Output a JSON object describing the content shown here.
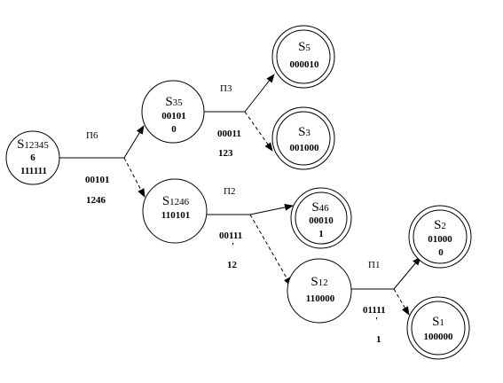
{
  "nodes": {
    "s123456": {
      "name_main": "S",
      "name_sub": "12345",
      "code_lines": [
        "6",
        "111111"
      ]
    },
    "s35": {
      "name_main": "S",
      "name_sub": "35",
      "code_lines": [
        "00101",
        "0"
      ]
    },
    "s1246": {
      "name_main": "S",
      "name_sub": "1246",
      "code_lines": [
        "110101"
      ]
    },
    "s5": {
      "name_main": "S",
      "name_sub": "5",
      "code_lines": [
        "000010"
      ]
    },
    "s3": {
      "name_main": "S",
      "name_sub": "3",
      "code_lines": [
        "001000"
      ]
    },
    "s46": {
      "name_main": "S",
      "name_sub": "46",
      "code_lines": [
        "00010",
        "1"
      ]
    },
    "s12": {
      "name_main": "S",
      "name_sub": "12",
      "code_lines": [
        "110000"
      ]
    },
    "s2": {
      "name_main": "S",
      "name_sub": "2",
      "code_lines": [
        "01000",
        "0"
      ]
    },
    "s1": {
      "name_main": "S",
      "name_sub": "1",
      "code_lines": [
        "100000"
      ]
    }
  },
  "splits": {
    "root": {
      "pi": "Π6",
      "code_lines": [
        "00101"
      ],
      "set": "1246"
    },
    "s35": {
      "pi": "Π3",
      "code_lines": [
        "00011"
      ],
      "set": "123"
    },
    "s1246": {
      "pi": "Π2",
      "code_lines": [
        "00111",
        "'"
      ],
      "set": "12"
    },
    "s12": {
      "pi": "Π1",
      "code_lines": [
        "01111",
        "'"
      ],
      "set": "1"
    }
  },
  "colors": {
    "stroke": "#000000",
    "background": "#ffffff"
  }
}
